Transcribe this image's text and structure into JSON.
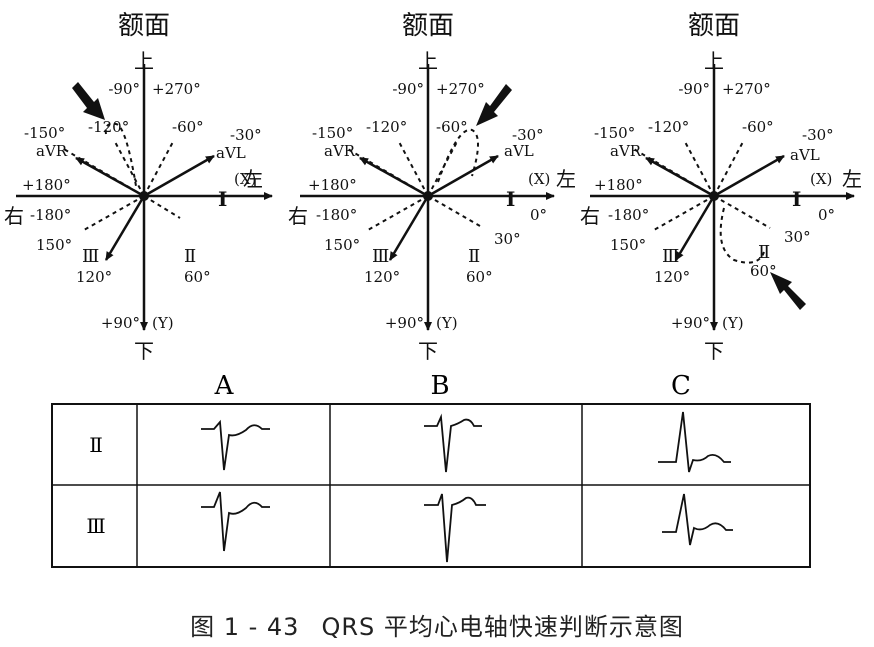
{
  "colors": {
    "ink": "#111111",
    "background": "#ffffff"
  },
  "diagrams": [
    {
      "heading": "额面",
      "top": "上",
      "bottom": "下",
      "left_side": "右",
      "right_side": "左",
      "x_label": "(X)",
      "y_label": "(Y)",
      "labels": {
        "m90": "-90°",
        "p270": "+270°",
        "m150": "-150°",
        "m120": "-120°",
        "m60": "-60°",
        "m30": "-30°",
        "avr": "aVR",
        "avl": "aVL",
        "p180": "+180°",
        "m180": "-180°",
        "lead1": "I",
        "d150": "150°",
        "lead3": "Ⅲ",
        "d120": "120°",
        "lead2": "Ⅱ",
        "d60": "60°",
        "p90": "+90°"
      },
      "arrow_icon": "pointer-arrow-icon",
      "highlighted_axis": "-120°"
    },
    {
      "heading": "额面",
      "top": "上",
      "bottom": "下",
      "left_side": "右",
      "right_side": "左",
      "x_label": "(X)",
      "y_label": "(Y)",
      "labels": {
        "m90": "-90°",
        "p270": "+270°",
        "m150": "-150°",
        "m120": "-120°",
        "m60": "-60°",
        "m30": "-30°",
        "avr": "aVR",
        "avl": "aVL",
        "p180": "+180°",
        "m180": "-180°",
        "lead1": "I",
        "d0": "0°",
        "d30": "30°",
        "d150": "150°",
        "lead3": "Ⅲ",
        "d120": "120°",
        "lead2": "Ⅱ",
        "d60": "60°",
        "p90": "+90°"
      },
      "arrow_icon": "pointer-arrow-icon",
      "highlighted_axis": "-60°"
    },
    {
      "heading": "额面",
      "top": "上",
      "bottom": "下",
      "left_side": "右",
      "right_side": "左",
      "x_label": "(X)",
      "y_label": "(Y)",
      "labels": {
        "m90": "-90°",
        "p270": "+270°",
        "m150": "-150°",
        "m120": "-120°",
        "m60": "-60°",
        "m30": "-30°",
        "avr": "aVR",
        "avl": "aVL",
        "p180": "+180°",
        "m180": "-180°",
        "lead1": "I",
        "d0": "0°",
        "d30": "30°",
        "d150": "150°",
        "lead3": "Ⅲ",
        "d120": "120°",
        "lead2": "Ⅱ",
        "d60": "60°",
        "p90": "+90°"
      },
      "arrow_icon": "pointer-arrow-icon",
      "highlighted_axis": "60°"
    }
  ],
  "table": {
    "column_headers": [
      "A",
      "B",
      "C"
    ],
    "row_headers": [
      "Ⅱ",
      "Ⅲ"
    ],
    "cells": [
      [
        "ecg-waveform-icon",
        "ecg-waveform-icon",
        "ecg-waveform-icon"
      ],
      [
        "ecg-waveform-icon",
        "ecg-waveform-icon",
        "ecg-waveform-icon"
      ]
    ]
  },
  "caption": {
    "number": "图 1 - 43",
    "text": "QRS 平均心电轴快速判断示意图"
  }
}
